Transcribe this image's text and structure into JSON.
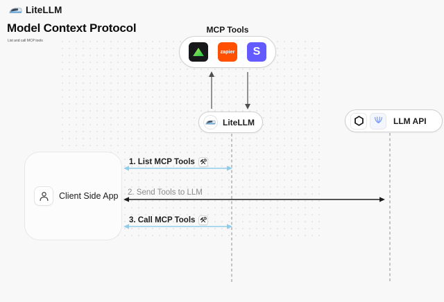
{
  "header": {
    "brand": "LiteLLM",
    "title": "Model Context Protocol",
    "subtitle": "List and call MCP tools"
  },
  "mcp": {
    "label": "MCP Tools",
    "tools": [
      {
        "name": "green-triangle-tool",
        "text": ""
      },
      {
        "name": "zapier",
        "text": "zapier"
      },
      {
        "name": "stripe",
        "text": "S"
      }
    ]
  },
  "nodes": {
    "litellm": "LiteLLM",
    "llm_api": "LLM API",
    "client": "Client Side App"
  },
  "steps": {
    "step1": "1. List MCP Tools",
    "step2": "2. Send Tools to LLM",
    "step3": "3. Call MCP Tools"
  },
  "colors": {
    "background": "#f8f8f8",
    "arrow_blue": "#8fcdeb",
    "arrow_dark": "#1d1d1d",
    "lifeline_gray": "#ababab",
    "zapier_orange": "#ff4f00",
    "stripe_purple": "#635bff",
    "triangle_green": "#2fd34b"
  }
}
